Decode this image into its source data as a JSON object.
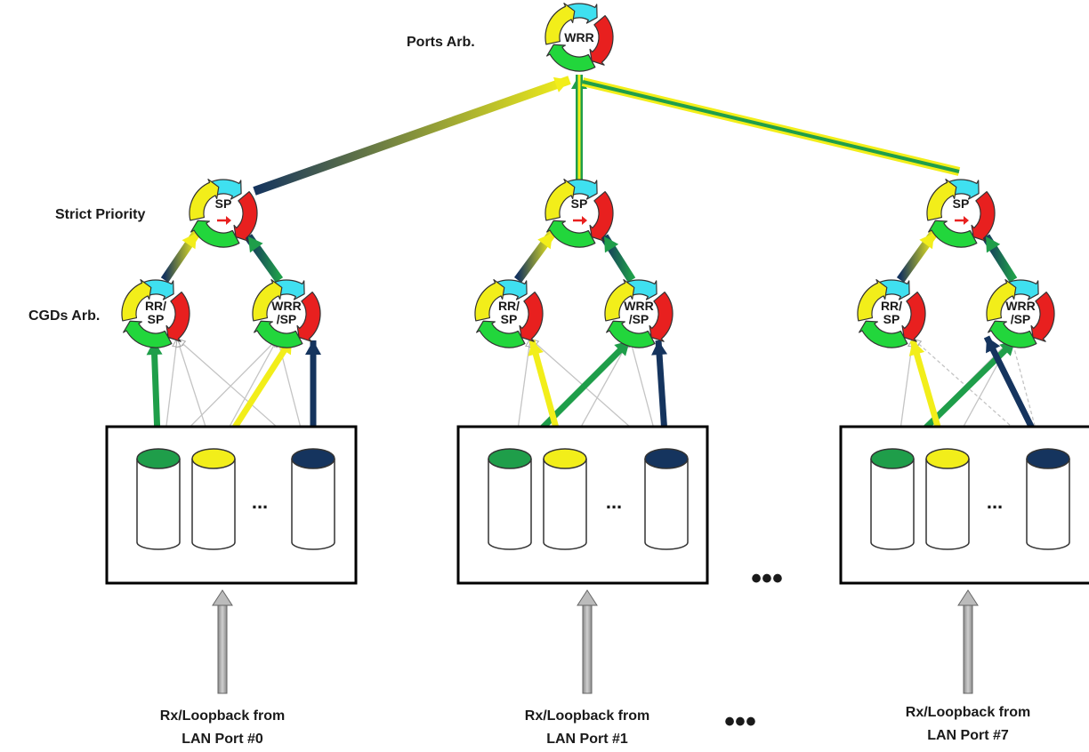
{
  "labels": {
    "ports_arb": "Ports Arb.",
    "strict_priority": "Strict Priority",
    "cgds_arb": "CGDs Arb."
  },
  "root_arbiter": {
    "text": "WRR"
  },
  "groups": [
    {
      "sp_text": "SP",
      "left_arb": {
        "line1": "RR/",
        "line2": "SP"
      },
      "right_arb": {
        "line1": "WRR",
        "line2": "/SP"
      },
      "queue_ellipsis": "...",
      "input_line1": "Rx/Loopback from",
      "input_line2": "LAN Port #0"
    },
    {
      "sp_text": "SP",
      "left_arb": {
        "line1": "RR/",
        "line2": "SP"
      },
      "right_arb": {
        "line1": "WRR",
        "line2": "/SP"
      },
      "queue_ellipsis": "...",
      "input_line1": "Rx/Loopback from",
      "input_line2": "LAN Port #1"
    },
    {
      "sp_text": "SP",
      "left_arb": {
        "line1": "RR/",
        "line2": "SP"
      },
      "right_arb": {
        "line1": "WRR",
        "line2": "/SP"
      },
      "queue_ellipsis": "...",
      "input_line1": "Rx/Loopback from",
      "input_line2": "LAN Port #7"
    }
  ],
  "between_groups_ellipsis": "•••",
  "between_labels_ellipsis": "•••",
  "colors": {
    "green": "#1f9e4a",
    "yellow": "#f2ee1a",
    "navy": "#15345e",
    "cyan": "#3fe0f0",
    "red": "#e8201f",
    "light_green": "#22d63c",
    "gray_arrow": "#a9a9a9"
  }
}
